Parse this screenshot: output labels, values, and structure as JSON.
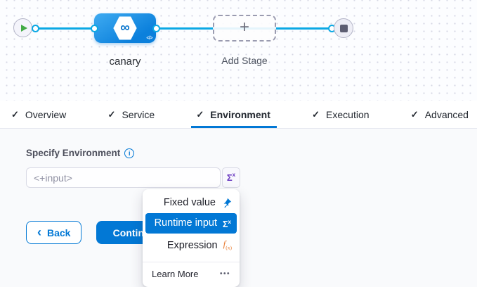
{
  "pipeline_canvas": {
    "stage_label": "canary",
    "add_stage_label": "Add Stage",
    "plus_sign": "+",
    "infinity_glyph": "∞",
    "code_glyph": "</>"
  },
  "tabs": [
    {
      "check": "✓",
      "label": "Overview",
      "active": false
    },
    {
      "check": "✓",
      "label": "Service",
      "active": false
    },
    {
      "check": "✓",
      "label": "Environment",
      "active": true
    },
    {
      "check": "✓",
      "label": "Execution",
      "active": false
    },
    {
      "check": "✓",
      "label": "Advanced",
      "active": false
    }
  ],
  "form": {
    "label": "Specify Environment",
    "info_glyph": "i",
    "input_value": "<+input>",
    "sigma_glyph": "Σ",
    "sup_x": "x"
  },
  "dropdown": {
    "items": [
      {
        "label": "Fixed value",
        "icon": "pin-icon"
      },
      {
        "label": "Runtime input",
        "icon": "sigma-icon",
        "selected": true
      },
      {
        "label": "Expression",
        "icon": "fx-icon"
      }
    ],
    "fx_f": "f",
    "fx_sub": "(x)",
    "footer_label": "Learn More",
    "footer_ellipsis": "•••"
  },
  "buttons": {
    "back_chevron": "‹",
    "back_label": "Back",
    "continue_label": "Continue"
  },
  "colors": {
    "accent_blue": "#0278d5",
    "line_cyan": "#0ba8e4",
    "expression_orange": "#e8792e",
    "runtime_purple": "#6938c0",
    "play_green": "#42ab45",
    "stage_gradient_start": "#3fabf1",
    "stage_gradient_end": "#0b80dc"
  }
}
